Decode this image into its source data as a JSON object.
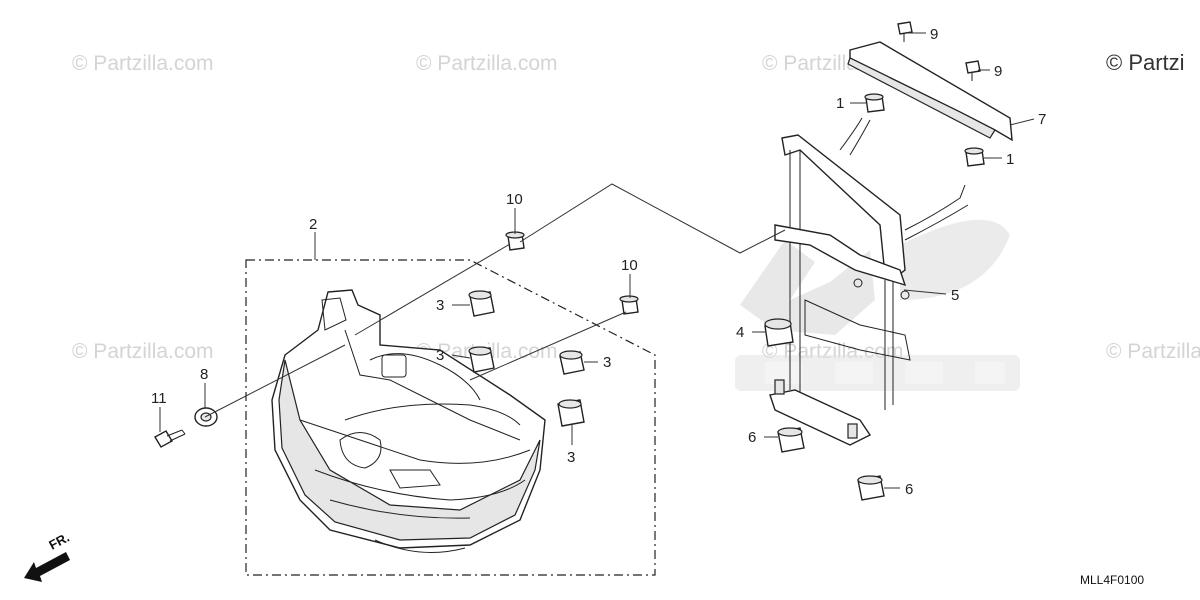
{
  "watermarks": {
    "faint": "© Partzilla.com",
    "corner": "© Partzi"
  },
  "diagram_code": "MLL4F0100",
  "direction_label": "FR.",
  "callouts": {
    "c1a": "1",
    "c1b": "1",
    "c2": "2",
    "c3a": "3",
    "c3b": "3",
    "c3c": "3",
    "c3d": "3",
    "c4": "4",
    "c5": "5",
    "c6a": "6",
    "c6b": "6",
    "c7": "7",
    "c8": "8",
    "c9a": "9",
    "c9b": "9",
    "c10a": "10",
    "c10b": "10",
    "c11": "11"
  },
  "colors": {
    "line": "#222222",
    "watermark": "#d4d4d4",
    "background": "#ffffff"
  }
}
